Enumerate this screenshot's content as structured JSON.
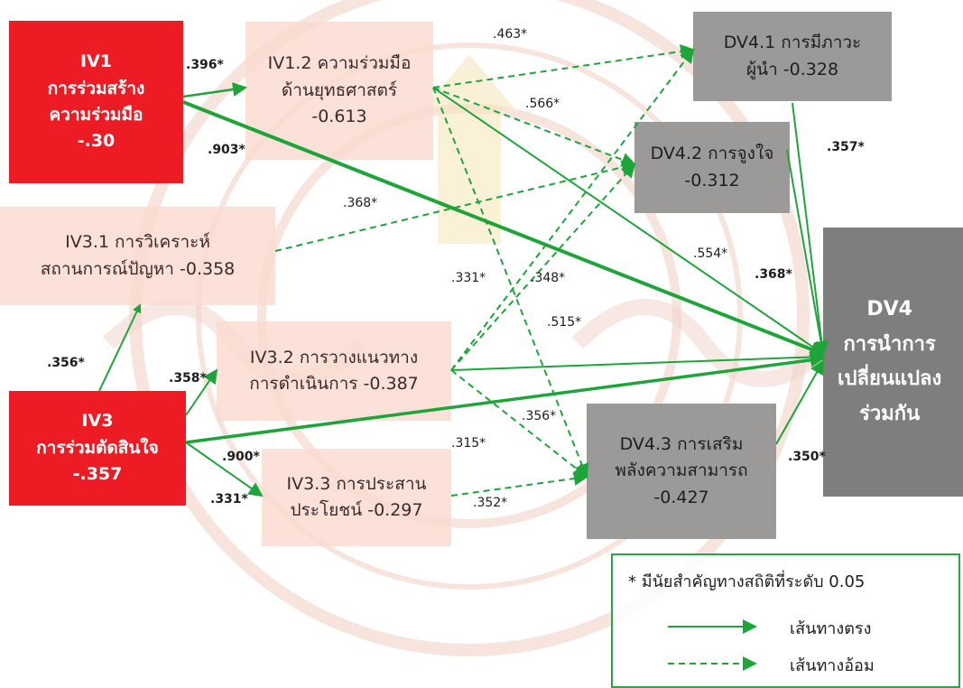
{
  "colors": {
    "iv_box": "#ed1c24",
    "sub_box": "#fadbcf",
    "dv_box": "#9c9a99",
    "dv_main_box": "#7e7e7e",
    "arrow": "#1ea53a"
  },
  "nodes": {
    "iv1": {
      "lines": [
        "IV1",
        "การร่วมสร้าง",
        "ความร่วมมือ",
        "-.30"
      ]
    },
    "iv1_2": {
      "lines": [
        "IV1.2 ความร่วมมือ",
        "ด้านยุทธศาสตร์",
        "-0.613"
      ]
    },
    "iv3_1": {
      "lines": [
        "IV3.1 การวิเคราะห์",
        "สถานการณ์ปัญหา -0.358"
      ]
    },
    "iv3": {
      "lines": [
        "IV3",
        "การร่วมตัดสินใจ",
        "-.357"
      ]
    },
    "iv3_2": {
      "lines": [
        "IV3.2 การวางแนวทาง",
        "การดำเนินการ -0.387"
      ]
    },
    "iv3_3": {
      "lines": [
        "IV3.3 การประสาน",
        "ประโยชน์ -0.297"
      ]
    },
    "dv4_1": {
      "lines": [
        "DV4.1 การมีภาวะ",
        "ผู้นำ -0.328"
      ]
    },
    "dv4_2": {
      "lines": [
        "DV4.2 การจูงใจ",
        "-0.312"
      ]
    },
    "dv4_3": {
      "lines": [
        "DV4.3 การเสริม",
        "พลังความสามารถ",
        "-0.427"
      ]
    },
    "dv4": {
      "lines": [
        "DV4",
        "การนำการ",
        "เปลี่ยนแปลง",
        "ร่วมกัน"
      ]
    }
  },
  "coefficients": [
    {
      "id": "iv1-iv1_2",
      "text": ".396*",
      "bold": true
    },
    {
      "id": "iv1-dv4",
      "text": ".903*",
      "bold": true
    },
    {
      "id": "iv1_2-dv4_1",
      "text": ".463*",
      "bold": false
    },
    {
      "id": "iv1_2-dv4_2",
      "text": ".566*",
      "bold": false
    },
    {
      "id": "iv3_1-dv4_2",
      "text": ".368*",
      "bold": false
    },
    {
      "id": "iv1_2-dv4",
      "text": ".554*",
      "bold": false
    },
    {
      "id": "iv1_2-dv4_3",
      "text": ".331*",
      "bold": false
    },
    {
      "id": "iv3_2-dv4_2",
      "text": ".348*",
      "bold": false
    },
    {
      "id": "iv1_2-dv4_3b",
      "text": ".515*",
      "bold": false
    },
    {
      "id": "iv3_2-dv4_3",
      "text": ".356*",
      "bold": false
    },
    {
      "id": "iv3-dv4",
      "text": ".315*",
      "bold": false
    },
    {
      "id": "iv3_3-dv4_3",
      "text": ".352*",
      "bold": false
    },
    {
      "id": "dv4_1-dv4",
      "text": ".357*",
      "bold": true
    },
    {
      "id": "dv4_2-dv4",
      "text": ".368*",
      "bold": true
    },
    {
      "id": "dv4_3-dv4",
      "text": ".350*",
      "bold": true
    },
    {
      "id": "iv3-iv3_1",
      "text": ".356*",
      "bold": true
    },
    {
      "id": "iv3-iv3_2",
      "text": ".358*",
      "bold": true
    },
    {
      "id": "iv3-iv3_2b",
      "text": ".900*",
      "bold": true
    },
    {
      "id": "iv3-iv3_3",
      "text": ".331*",
      "bold": true
    }
  ],
  "legend": {
    "note": "* มีนัยสำคัญทางสถิติที่ระดับ 0.05",
    "direct_label": "เส้นทางตรง",
    "indirect_label": "เส้นทางอ้อม"
  }
}
